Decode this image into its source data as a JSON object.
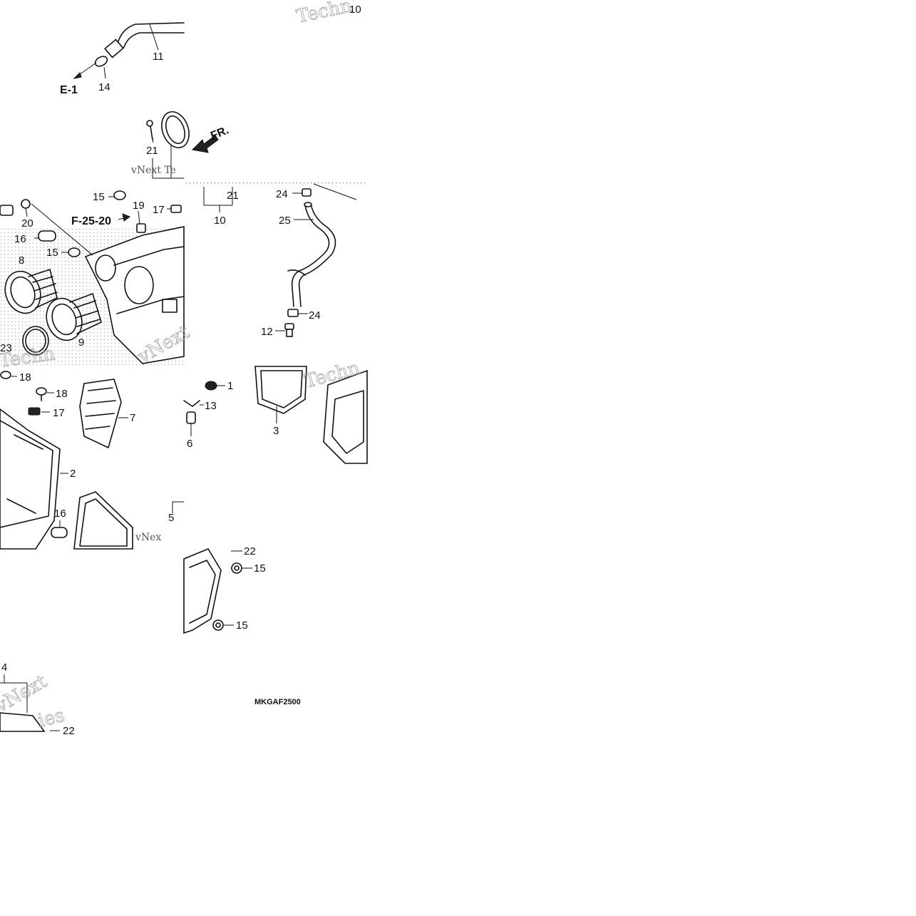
{
  "diagram": {
    "code": "MKGAF2500",
    "direction_label": "FR.",
    "refs": [
      "E-1",
      "F-25-20"
    ],
    "watermarks": [
      "Techn",
      "vNext Te",
      "vNext",
      "Techn",
      "vNex",
      "Techn",
      "vNext",
      "ies"
    ],
    "callouts": [
      {
        "id": "c1",
        "text": "10"
      },
      {
        "id": "c2",
        "text": "11"
      },
      {
        "id": "c3",
        "text": "14"
      },
      {
        "id": "c4",
        "text": "21"
      },
      {
        "id": "c5",
        "text": "21"
      },
      {
        "id": "c6",
        "text": "10"
      },
      {
        "id": "c7",
        "text": "24"
      },
      {
        "id": "c8",
        "text": "25"
      },
      {
        "id": "c9",
        "text": "24"
      },
      {
        "id": "c10",
        "text": "12"
      },
      {
        "id": "c11",
        "text": "15"
      },
      {
        "id": "c12",
        "text": "19"
      },
      {
        "id": "c13",
        "text": "17"
      },
      {
        "id": "c14",
        "text": "20"
      },
      {
        "id": "c15",
        "text": "16"
      },
      {
        "id": "c16",
        "text": "15"
      },
      {
        "id": "c17",
        "text": "8"
      },
      {
        "id": "c18",
        "text": "9"
      },
      {
        "id": "c19",
        "text": "23"
      },
      {
        "id": "c20",
        "text": "18"
      },
      {
        "id": "c21",
        "text": "18"
      },
      {
        "id": "c22",
        "text": "17"
      },
      {
        "id": "c23",
        "text": "7"
      },
      {
        "id": "c24",
        "text": "2"
      },
      {
        "id": "c25",
        "text": "16"
      },
      {
        "id": "c26",
        "text": "5"
      },
      {
        "id": "c27",
        "text": "1"
      },
      {
        "id": "c28",
        "text": "13"
      },
      {
        "id": "c29",
        "text": "6"
      },
      {
        "id": "c30",
        "text": "3"
      },
      {
        "id": "c31",
        "text": "22"
      },
      {
        "id": "c32",
        "text": "15"
      },
      {
        "id": "c33",
        "text": "15"
      },
      {
        "id": "c34",
        "text": "4"
      },
      {
        "id": "c35",
        "text": "22"
      }
    ]
  }
}
